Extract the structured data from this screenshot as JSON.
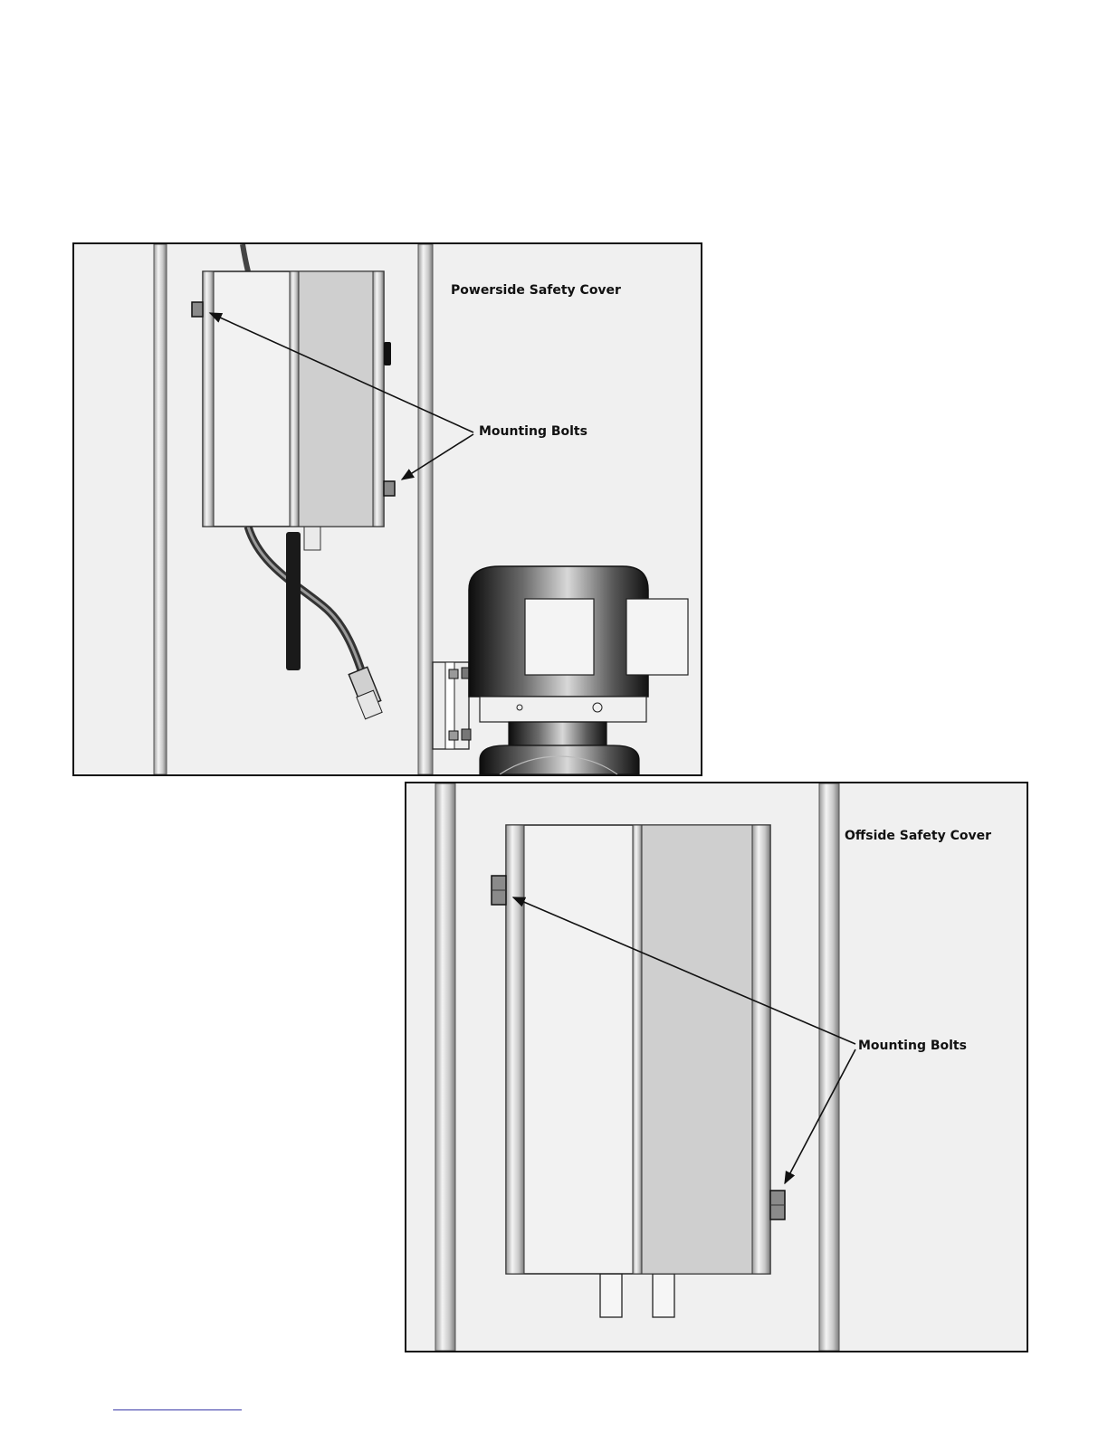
{
  "figures": {
    "powerside": {
      "title": "Powerside Safety Cover",
      "callout": "Mounting Bolts"
    },
    "offside": {
      "title": "Offside Safety Cover",
      "callout": "Mounting Bolts"
    }
  },
  "colors": {
    "background": "#f0f0f0",
    "cover_shaded_panel": "#cfcfcf",
    "outline": "#111111"
  }
}
